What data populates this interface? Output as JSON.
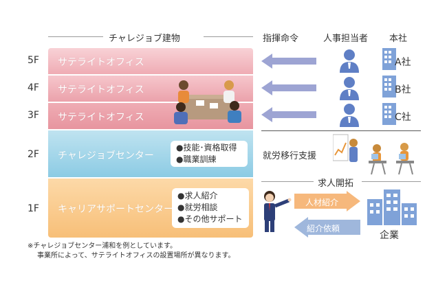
{
  "building_title": "チャレジョブ建物",
  "header_cols": {
    "instruction": "指揮命令",
    "hr_person": "人事担当者",
    "head_office": "本社"
  },
  "floors": [
    {
      "level": "5F",
      "name": "サテライトオフィス",
      "company": "A社"
    },
    {
      "level": "4F",
      "name": "サテライトオフィス",
      "company": "B社"
    },
    {
      "level": "3F",
      "name": "サテライトオフィス",
      "company": "C社"
    }
  ],
  "floor2": {
    "level": "2F",
    "name": "チャレジョブセンター",
    "items": [
      "●技能･資格取得",
      "●職業訓練"
    ],
    "right_label": "就労移行支援"
  },
  "floor1": {
    "level": "1F",
    "name": "キャリアサポートセンター",
    "items": [
      "●求人紹介",
      "●就労相談",
      "●その他サポート"
    ]
  },
  "job_dev": {
    "title": "求人開拓",
    "arrow_right": "人材紹介",
    "arrow_left": "紹介依頼",
    "company": "企業"
  },
  "footnote": {
    "line1": "※チャレジョブセンター浦和を例としています。",
    "line2": "事業所によって、サテライトオフィスの設置場所が異なります。"
  },
  "colors": {
    "satellite": "#eba2ab",
    "center": "#8ccbe4",
    "career": "#f7bf78",
    "arrow_purple": "#9da4d3",
    "arrow_orange": "#f6b87c",
    "arrow_blue": "#9fb7dc",
    "person_blue": "#5f7fc5",
    "building_blue": "#7fa2d8"
  }
}
